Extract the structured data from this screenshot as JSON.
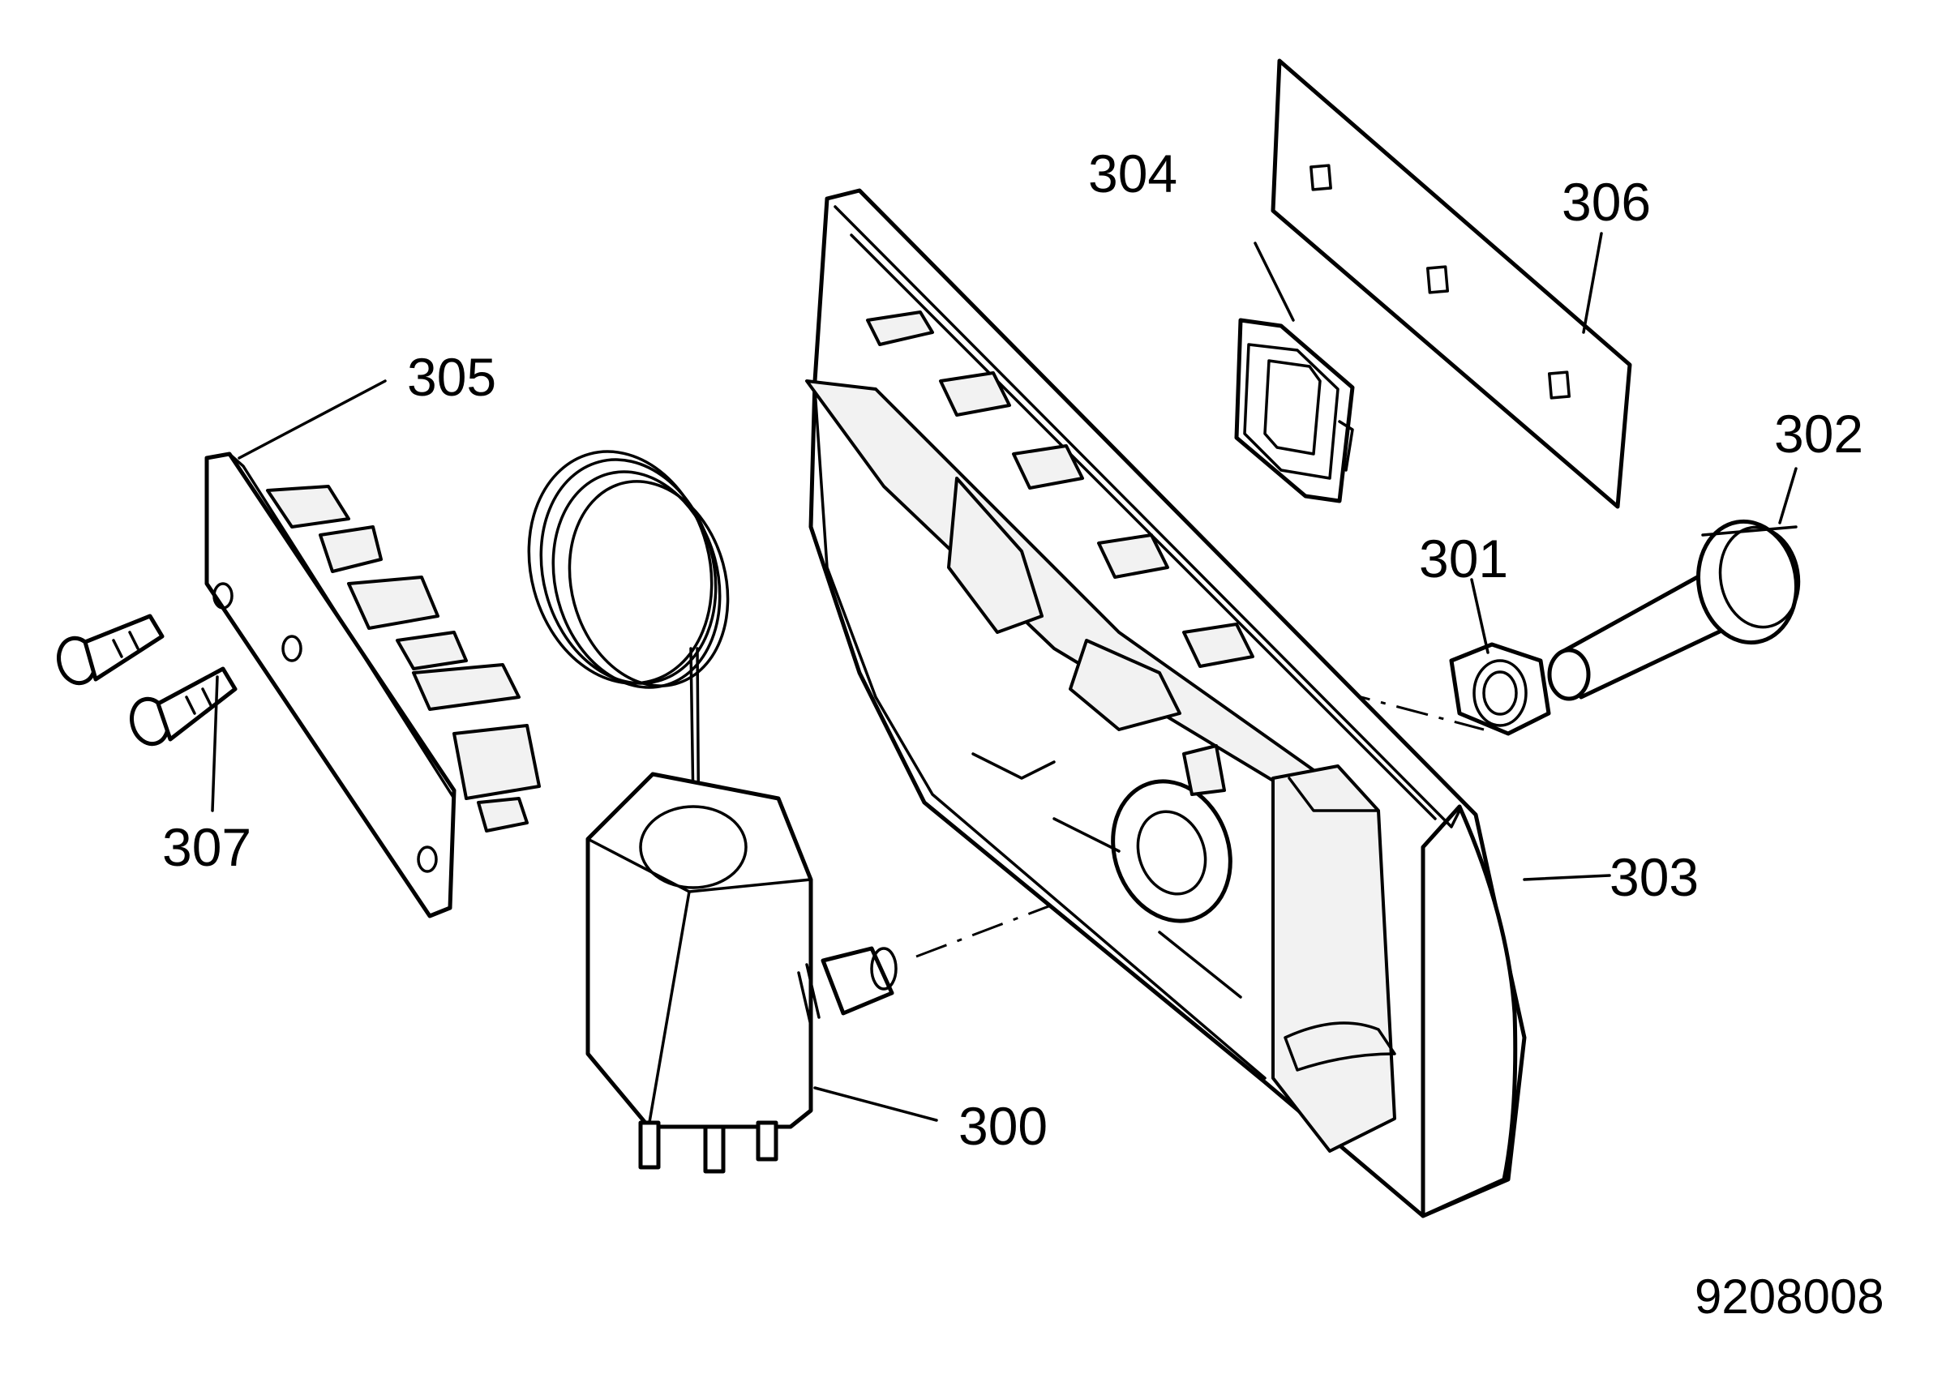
{
  "callouts": {
    "c300": "300",
    "c301": "301",
    "c302": "302",
    "c303": "303",
    "c304": "304",
    "c305": "305",
    "c306": "306",
    "c307": "307"
  },
  "drawing_number": "9208008"
}
